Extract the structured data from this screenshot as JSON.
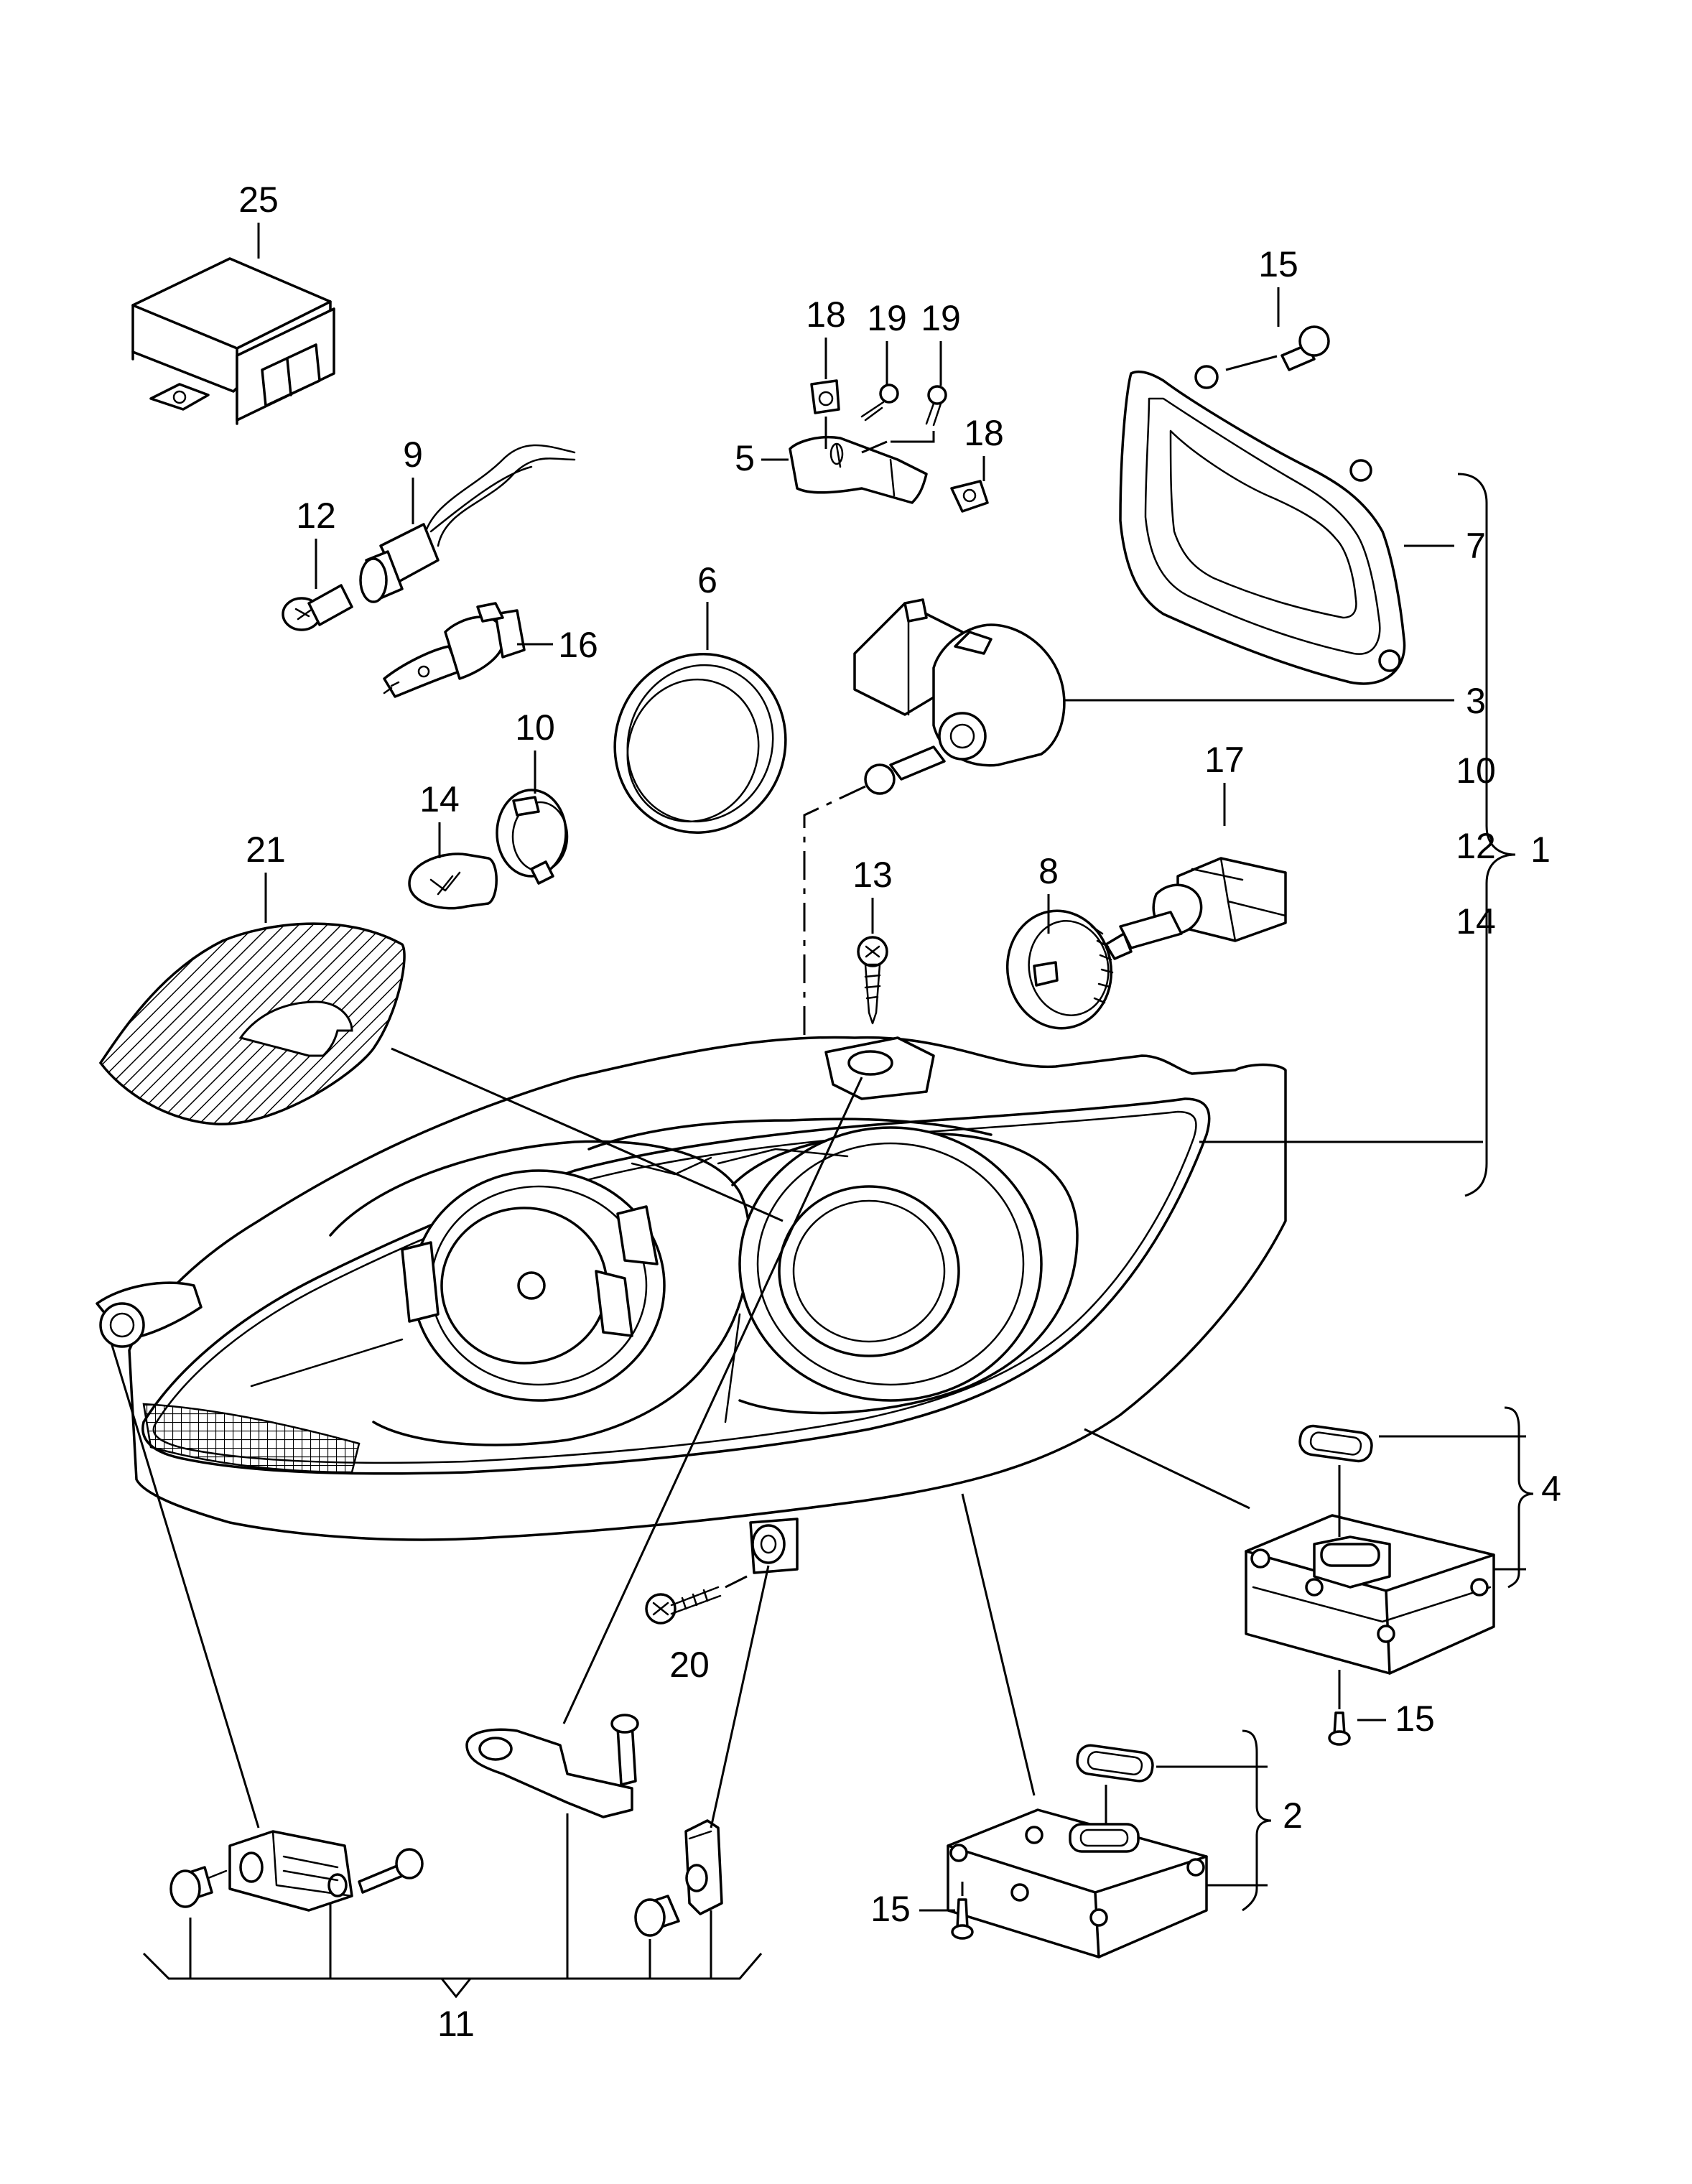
{
  "callouts": {
    "c1": "1",
    "c2": "2",
    "c3": "3",
    "c4": "4",
    "c5": "5",
    "c6": "6",
    "c7": "7",
    "c8": "8",
    "c9": "9",
    "c10a": "10",
    "c10b": "10",
    "c11": "11",
    "c12a": "12",
    "c12b": "12",
    "c13": "13",
    "c14a": "14",
    "c14b": "14",
    "c15a": "15",
    "c15b": "15",
    "c15c": "15",
    "c16": "16",
    "c17": "17",
    "c18a": "18",
    "c18b": "18",
    "c19a": "19",
    "c19b": "19",
    "c20": "20",
    "c21": "21",
    "c25": "25"
  },
  "icons": {
    "headlight-housing": "headlight-assembly-icon",
    "control-module": "control-unit-icon",
    "bulb": "bulb-icon",
    "screw": "screw-icon"
  },
  "colors": {
    "line": "#000000",
    "background": "#ffffff"
  }
}
